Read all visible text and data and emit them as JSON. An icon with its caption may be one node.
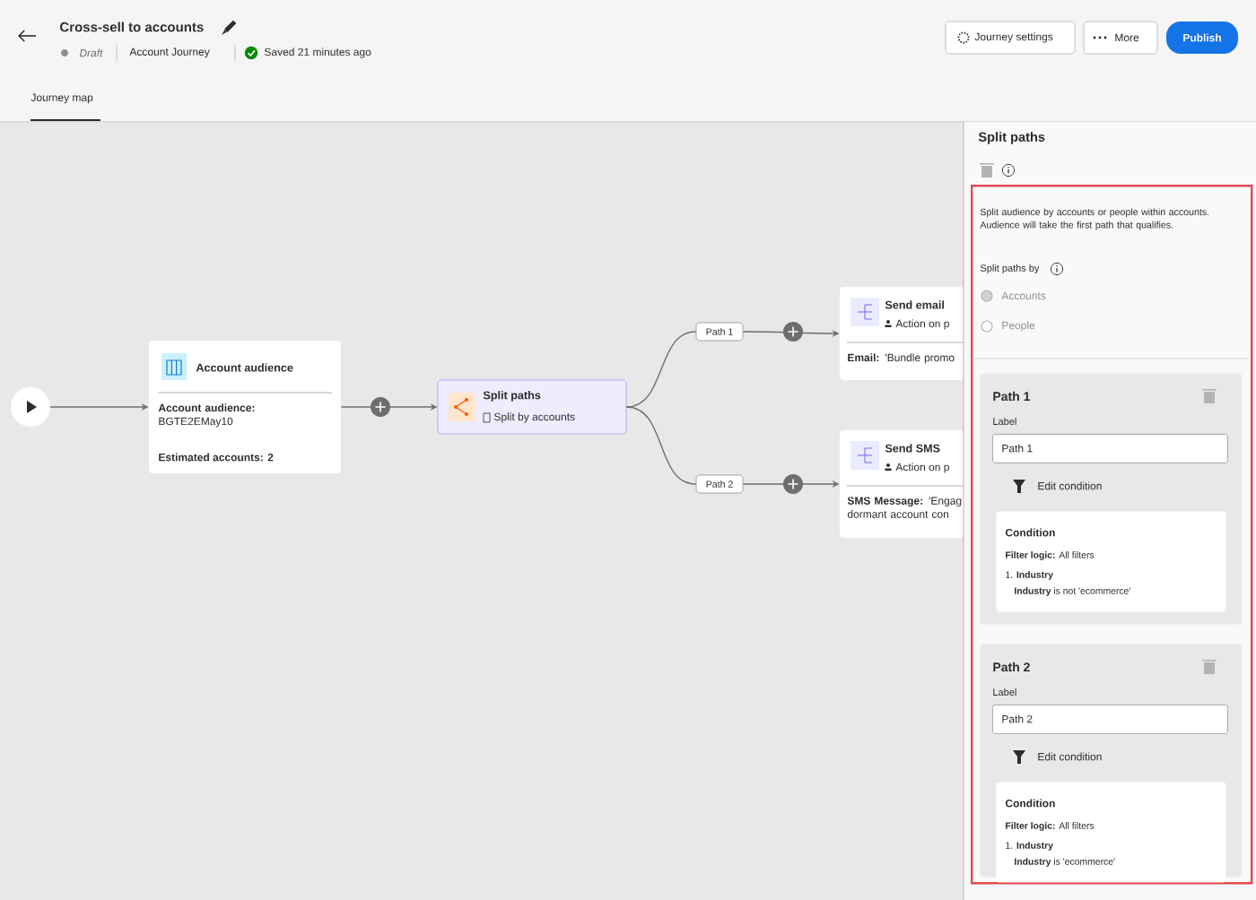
{
  "diagram": {
    "title": "Cross-sell to accounts",
    "nodes": [
      {
        "text": [],
        "shape": "circle"
      },
      {
        "text": [
          "Account audience",
          "**Account audience:** BGTE2EMay10",
          "Estimated accounts: 2"
        ]
      },
      {
        "text": [
          "Split paths",
          "Split by accounts"
        ]
      },
      {
        "text": [
          "Path 1"
        ]
      },
      {
        "text": [
          "Path 2"
        ]
      },
      {
        "text": [
          "Send email",
          "Action on p",
          "**Email:** 'Bundle promo"
        ]
      },
      {
        "text": [
          "Send SMS",
          "Action on p",
          "**SMS Message:** 'Engag dormant account con"
        ]
      },
      {
        "text": [
          "Split paths"
        ]
      },
      {
        "text": [
          "Split audience by accounts or people within accounts. Audience will take the first path that qualifies.",
          "Split paths by",
          "Accounts",
          "People"
        ],
        "in": 7
      },
      {
        "text": [
          "Path 1",
          "Label"
        ],
        "in": 8
      },
      {
        "text": [
          "Path 1"
        ],
        "in": 9
      },
      {
        "text": [
          "Edit condition"
        ],
        "in": 9
      },
      {
        "text": [
          "Condition",
          "**Filter logic:** All filters",
          "1. **Industry**",
          "**Industry** is not 'ecommerce'"
        ],
        "in": 9
      },
      {
        "text": [
          "Path 2",
          "Label"
        ],
        "in": 8
      },
      {
        "text": [
          "Path 2"
        ],
        "in": 13
      },
      {
        "text": [
          "Edit condition"
        ],
        "in": 13
      },
      {
        "text": [
          "Condition",
          "**Filter logic:** All filters",
          "1. **Industry**",
          "**Industry** is 'ecommerce'"
        ],
        "in": 13
      }
    ],
    "edges": [
      {
        "from": 0,
        "to": 1,
        "arrow": "to"
      },
      {
        "from": 1,
        "to": 2,
        "arrow": "to"
      },
      {
        "from": 2,
        "to": 3,
        "arrow": "none"
      },
      {
        "from": 2,
        "to": 4,
        "arrow": "none"
      },
      {
        "from": 3,
        "to": 5,
        "arrow": "to"
      },
      {
        "from": 4,
        "to": 6,
        "arrow": "to"
      }
    ],
    "labels": [
      "Draft",
      "Account Journey",
      "Saved 21 minutes ago",
      "Journey settings",
      "More",
      "Publish",
      "Journey map"
    ]
  }
}
